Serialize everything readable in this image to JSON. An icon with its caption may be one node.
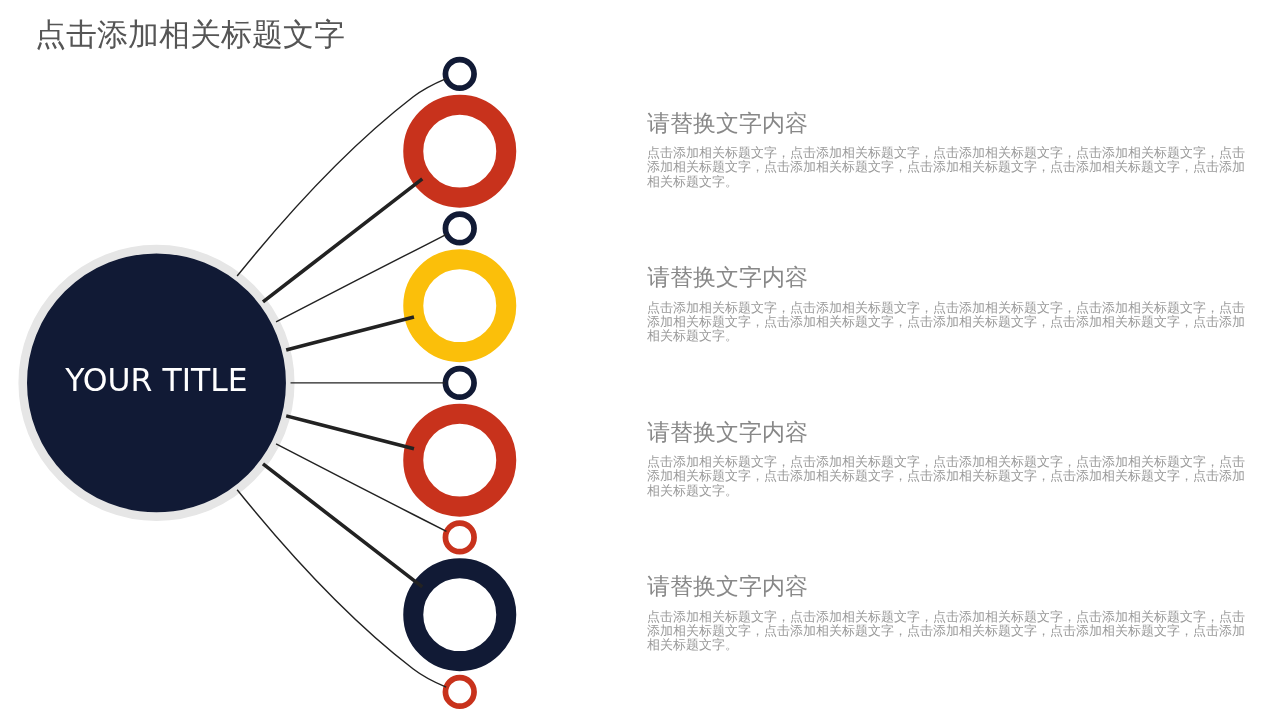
{
  "diagram": {
    "title": "点击添加相关标题文字",
    "nodes": [
      {
        "text": [
          "YOUR TITLE"
        ]
      },
      {
        "text": [],
        "shape": "circle"
      },
      {
        "text": [],
        "shape": "circle",
        "beside": [
          "请替换文字内容",
          "点击添加相关标题文字，点击添加相关标题文字，点击添加相关标题文字，点击添加相关标题文字，点击添加相关标题文字，点击添加相关标题文字，点击添加相关标题文字，点击添加相关标题文字，点击添加相关标题文字。"
        ]
      },
      {
        "text": [],
        "shape": "circle"
      },
      {
        "text": [],
        "shape": "circle",
        "beside": [
          "请替换文字内容",
          "点击添加相关标题文字，点击添加相关标题文字，点击添加相关标题文字，点击添加相关标题文字，点击添加相关标题文字，点击添加相关标题文字，点击添加相关标题文字，点击添加相关标题文字，点击添加相关标题文字。"
        ]
      },
      {
        "text": [],
        "shape": "circle"
      },
      {
        "text": [],
        "shape": "circle",
        "beside": [
          "请替换文字内容",
          "点击添加相关标题文字，点击添加相关标题文字，点击添加相关标题文字，点击添加相关标题文字，点击添加相关标题文字，点击添加相关标题文字，点击添加相关标题文字，点击添加相关标题文字，点击添加相关标题文字。"
        ]
      },
      {
        "text": [],
        "shape": "circle"
      },
      {
        "text": [],
        "shape": "circle",
        "beside": [
          "请替换文字内容",
          "点击添加相关标题文字，点击添加相关标题文字，点击添加相关标题文字，点击添加相关标题文字，点击添加相关标题文字，点击添加相关标题文字，点击添加相关标题文字，点击添加相关标题文字，点击添加相关标题文字。"
        ]
      },
      {
        "text": [],
        "shape": "circle"
      }
    ],
    "edges": [
      {
        "from": 0,
        "to": 1,
        "arrow": "none"
      },
      {
        "from": 0,
        "to": 2,
        "arrow": "none",
        "style": "thick"
      },
      {
        "from": 0,
        "to": 3,
        "arrow": "none"
      },
      {
        "from": 0,
        "to": 4,
        "arrow": "none",
        "style": "thick"
      },
      {
        "from": 0,
        "to": 5,
        "arrow": "none"
      },
      {
        "from": 0,
        "to": 6,
        "arrow": "none",
        "style": "thick"
      },
      {
        "from": 0,
        "to": 7,
        "arrow": "none"
      },
      {
        "from": 0,
        "to": 8,
        "arrow": "none",
        "style": "thick"
      },
      {
        "from": 0,
        "to": 9,
        "arrow": "none"
      }
    ]
  }
}
